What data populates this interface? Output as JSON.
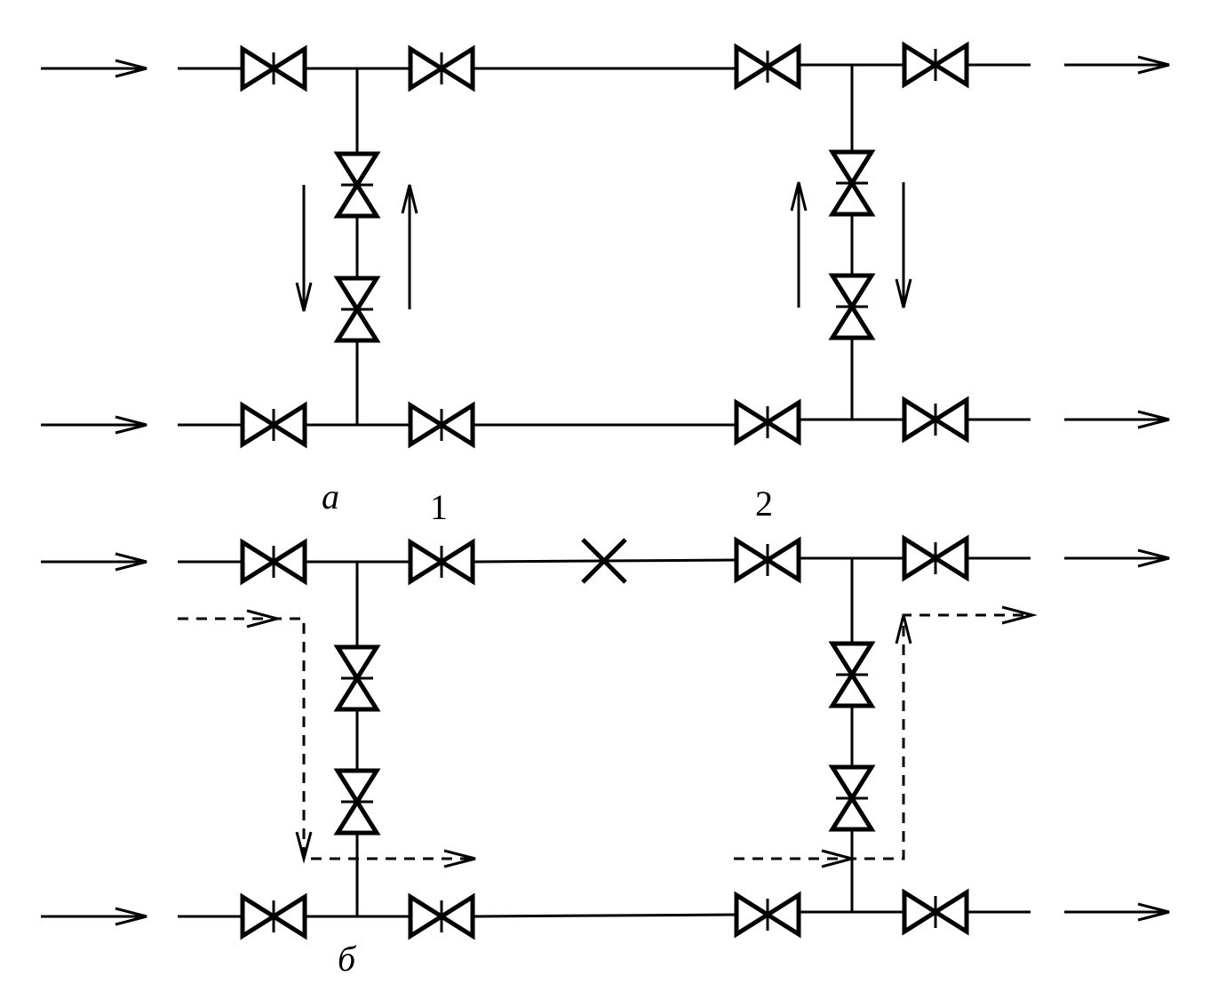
{
  "labels": {
    "scheme_a": "а",
    "scheme_b": "б",
    "point_1": "1",
    "point_2": "2"
  },
  "colors": {
    "line": "#000000",
    "background": "#ffffff"
  },
  "icons": {
    "valve": "gate-valve-icon",
    "closed_point": "cross-icon",
    "flow": "arrow-icon"
  }
}
